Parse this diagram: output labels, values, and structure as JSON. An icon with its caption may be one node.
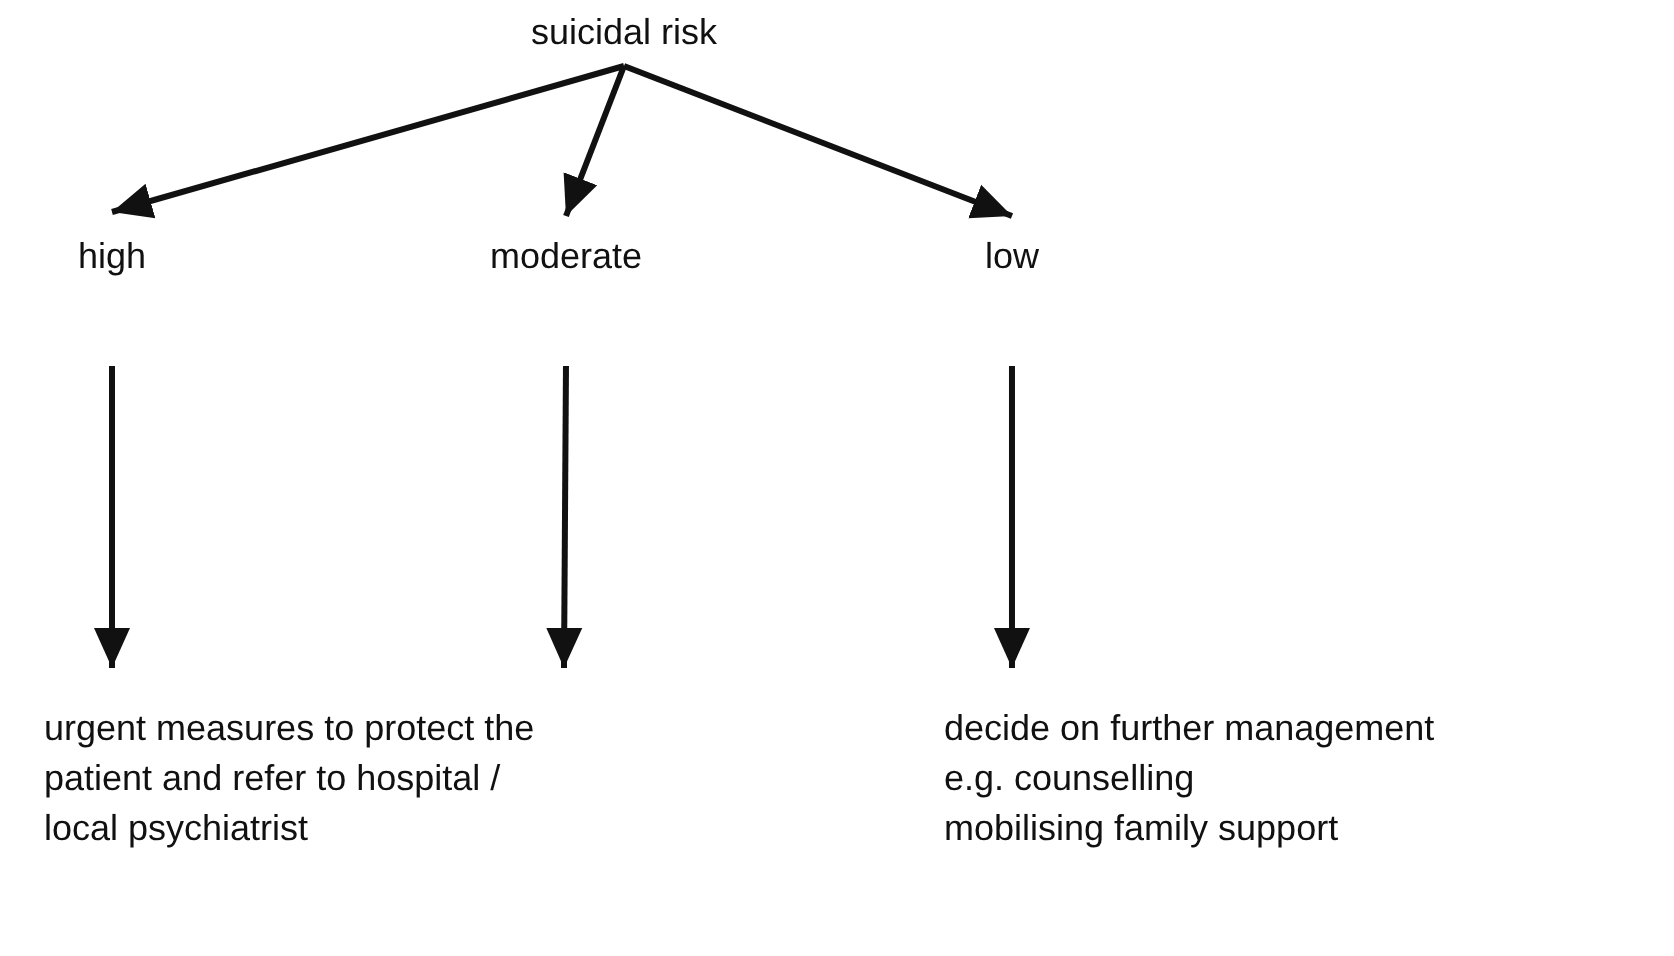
{
  "diagram": {
    "nodes": [
      {
        "text": [
          "suicidal risk"
        ]
      },
      {
        "text": [
          "high"
        ]
      },
      {
        "text": [
          "moderate"
        ]
      },
      {
        "text": [
          "low"
        ]
      },
      {
        "text": [
          "urgent measures to protect the patient and refer to hospital / local psychiatrist"
        ]
      },
      {
        "text": [
          "decide on further management",
          "e.g. counselling",
          "mobilising family support"
        ]
      }
    ],
    "edges": [
      {
        "from": 0,
        "to": 1,
        "arrow": "to"
      },
      {
        "from": 0,
        "to": 2,
        "arrow": "to"
      },
      {
        "from": 0,
        "to": 3,
        "arrow": "to"
      },
      {
        "from": 1,
        "to": 4,
        "arrow": "to"
      },
      {
        "from": 2,
        "to": 4,
        "arrow": "to"
      },
      {
        "from": 3,
        "to": 5,
        "arrow": "to"
      }
    ]
  }
}
